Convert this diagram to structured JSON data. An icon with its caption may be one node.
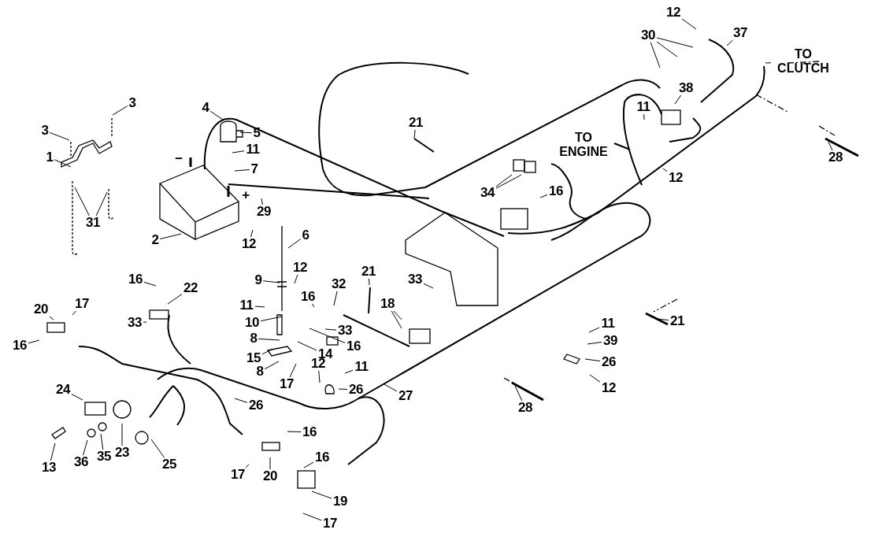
{
  "diagram": {
    "nodes": [
      {
        "text": [
          "3"
        ]
      },
      {
        "text": [
          "3"
        ]
      },
      {
        "text": [
          "1"
        ]
      },
      {
        "text": [
          "31"
        ]
      },
      {
        "text": [
          "4"
        ]
      },
      {
        "text": [
          "5"
        ]
      },
      {
        "text": [
          "11"
        ]
      },
      {
        "text": [
          "7"
        ]
      },
      {
        "text": [
          "2"
        ]
      },
      {
        "text": [
          "12"
        ]
      },
      {
        "text": [
          "29"
        ]
      },
      {
        "text": [
          "21"
        ]
      },
      {
        "text": [
          "TO CLUTCH"
        ]
      },
      {
        "text": [
          "12"
        ]
      },
      {
        "text": [
          "30"
        ]
      },
      {
        "text": [
          "37"
        ]
      },
      {
        "text": [
          "38"
        ]
      },
      {
        "text": [
          "11"
        ]
      },
      {
        "text": [
          "34"
        ]
      },
      {
        "text": [
          "16"
        ]
      },
      {
        "text": [
          "12"
        ]
      },
      {
        "text": [
          "28"
        ]
      },
      {
        "text": [
          "6"
        ]
      },
      {
        "text": [
          "12"
        ]
      },
      {
        "text": [
          "9"
        ]
      },
      {
        "text": [
          "21"
        ]
      },
      {
        "text": [
          "32"
        ]
      },
      {
        "text": [
          "16"
        ]
      },
      {
        "text": [
          "33"
        ]
      },
      {
        "text": [
          "18"
        ]
      },
      {
        "text": [
          "11"
        ]
      },
      {
        "text": [
          "10"
        ]
      },
      {
        "text": [
          "33"
        ]
      },
      {
        "text": [
          "8"
        ]
      },
      {
        "text": [
          "16"
        ]
      },
      {
        "text": [
          "14"
        ]
      },
      {
        "text": [
          "15"
        ]
      },
      {
        "text": [
          "8"
        ]
      },
      {
        "text": [
          "17"
        ]
      },
      {
        "text": [
          "12"
        ]
      },
      {
        "text": [
          "11"
        ]
      },
      {
        "text": [
          "26"
        ]
      },
      {
        "text": [
          "27"
        ]
      },
      {
        "text": [
          "16"
        ]
      },
      {
        "text": [
          "22"
        ]
      },
      {
        "text": [
          "33"
        ]
      },
      {
        "text": [
          "20"
        ]
      },
      {
        "text": [
          "17"
        ]
      },
      {
        "text": [
          "16"
        ]
      },
      {
        "text": [
          "24"
        ]
      },
      {
        "text": [
          "26"
        ]
      },
      {
        "text": [
          "23"
        ]
      },
      {
        "text": [
          "25"
        ]
      },
      {
        "text": [
          "13"
        ]
      },
      {
        "text": [
          "36"
        ]
      },
      {
        "text": [
          "35"
        ]
      },
      {
        "text": [
          "16"
        ]
      },
      {
        "text": [
          "17"
        ]
      },
      {
        "text": [
          "20"
        ]
      },
      {
        "text": [
          "16"
        ]
      },
      {
        "text": [
          "19"
        ]
      },
      {
        "text": [
          "17"
        ]
      },
      {
        "text": [
          "21"
        ]
      },
      {
        "text": [
          "11"
        ]
      },
      {
        "text": [
          "39"
        ]
      },
      {
        "text": [
          "26"
        ]
      },
      {
        "text": [
          "12"
        ]
      },
      {
        "text": [
          "28"
        ]
      }
    ],
    "edges": [
      {
        "from": 0,
        "to": null,
        "arrow": "none"
      },
      {
        "from": 1,
        "to": null,
        "arrow": "none"
      },
      {
        "from": 2,
        "to": null,
        "arrow": "none"
      },
      {
        "from": 3,
        "to": null,
        "arrow": "none"
      },
      {
        "from": 3,
        "to": null,
        "arrow": "none"
      },
      {
        "from": 4,
        "to": null,
        "arrow": "none"
      },
      {
        "from": 5,
        "to": null,
        "arrow": "none"
      },
      {
        "from": 6,
        "to": null,
        "arrow": "none"
      },
      {
        "from": 7,
        "to": null,
        "arrow": "none"
      },
      {
        "from": 8,
        "to": null,
        "arrow": "none"
      },
      {
        "from": 9,
        "to": null,
        "arrow": "none"
      },
      {
        "from": 10,
        "to": null,
        "arrow": "none"
      },
      {
        "from": 11,
        "to": null,
        "arrow": "none"
      },
      {
        "from": 12,
        "to": null,
        "arrow": "none"
      },
      {
        "from": 13,
        "to": null,
        "arrow": "none"
      },
      {
        "from": 14,
        "to": null,
        "arrow": "none"
      },
      {
        "from": 14,
        "to": null,
        "arrow": "none"
      },
      {
        "from": 14,
        "to": null,
        "arrow": "none"
      },
      {
        "from": 15,
        "to": null,
        "arrow": "none"
      },
      {
        "from": 16,
        "to": null,
        "arrow": "none"
      },
      {
        "from": 17,
        "to": null,
        "arrow": "none"
      },
      {
        "from": 18,
        "to": null,
        "arrow": "none"
      },
      {
        "from": 18,
        "to": null,
        "arrow": "none"
      },
      {
        "from": 19,
        "to": null,
        "arrow": "none"
      },
      {
        "from": 20,
        "to": null,
        "arrow": "none"
      },
      {
        "from": 21,
        "to": null,
        "arrow": "none"
      },
      {
        "from": 22,
        "to": null,
        "arrow": "none"
      },
      {
        "from": 23,
        "to": null,
        "arrow": "none"
      },
      {
        "from": 24,
        "to": null,
        "arrow": "none"
      },
      {
        "from": 25,
        "to": null,
        "arrow": "none"
      },
      {
        "from": 26,
        "to": null,
        "arrow": "none"
      },
      {
        "from": 27,
        "to": null,
        "arrow": "none"
      },
      {
        "from": 28,
        "to": null,
        "arrow": "none"
      },
      {
        "from": 29,
        "to": null,
        "arrow": "none"
      },
      {
        "from": 29,
        "to": null,
        "arrow": "none"
      },
      {
        "from": 30,
        "to": null,
        "arrow": "none"
      },
      {
        "from": 31,
        "to": null,
        "arrow": "none"
      },
      {
        "from": 32,
        "to": null,
        "arrow": "none"
      },
      {
        "from": 33,
        "to": null,
        "arrow": "none"
      },
      {
        "from": 34,
        "to": null,
        "arrow": "none"
      },
      {
        "from": 35,
        "to": null,
        "arrow": "none"
      },
      {
        "from": 36,
        "to": null,
        "arrow": "none"
      },
      {
        "from": 37,
        "to": null,
        "arrow": "none"
      },
      {
        "from": 38,
        "to": null,
        "arrow": "none"
      },
      {
        "from": 39,
        "to": null,
        "arrow": "none"
      },
      {
        "from": 40,
        "to": null,
        "arrow": "none"
      },
      {
        "from": 41,
        "to": null,
        "arrow": "none"
      },
      {
        "from": 42,
        "to": null,
        "arrow": "none"
      },
      {
        "from": 43,
        "to": null,
        "arrow": "none"
      },
      {
        "from": 44,
        "to": null,
        "arrow": "none"
      },
      {
        "from": 45,
        "to": null,
        "arrow": "none"
      },
      {
        "from": 46,
        "to": null,
        "arrow": "none"
      },
      {
        "from": 47,
        "to": null,
        "arrow": "none"
      },
      {
        "from": 48,
        "to": null,
        "arrow": "none"
      },
      {
        "from": 49,
        "to": null,
        "arrow": "none"
      },
      {
        "from": 50,
        "to": null,
        "arrow": "none"
      },
      {
        "from": 51,
        "to": null,
        "arrow": "none"
      },
      {
        "from": 52,
        "to": null,
        "arrow": "none"
      },
      {
        "from": 53,
        "to": null,
        "arrow": "none"
      },
      {
        "from": 54,
        "to": null,
        "arrow": "none"
      },
      {
        "from": 55,
        "to": null,
        "arrow": "none"
      },
      {
        "from": 56,
        "to": null,
        "arrow": "none"
      },
      {
        "from": 57,
        "to": null,
        "arrow": "none"
      },
      {
        "from": 58,
        "to": null,
        "arrow": "none"
      },
      {
        "from": 59,
        "to": null,
        "arrow": "none"
      },
      {
        "from": 60,
        "to": null,
        "arrow": "none"
      },
      {
        "from": 61,
        "to": null,
        "arrow": "none"
      },
      {
        "from": 62,
        "to": null,
        "arrow": "none"
      },
      {
        "from": 63,
        "to": null,
        "arrow": "none"
      },
      {
        "from": 64,
        "to": null,
        "arrow": "none"
      },
      {
        "from": 65,
        "to": null,
        "arrow": "none"
      },
      {
        "from": 66,
        "to": null,
        "arrow": "none"
      },
      {
        "from": 67,
        "to": null,
        "arrow": "none"
      }
    ],
    "labels": [
      "−",
      "+",
      "TO ENGINE"
    ]
  }
}
